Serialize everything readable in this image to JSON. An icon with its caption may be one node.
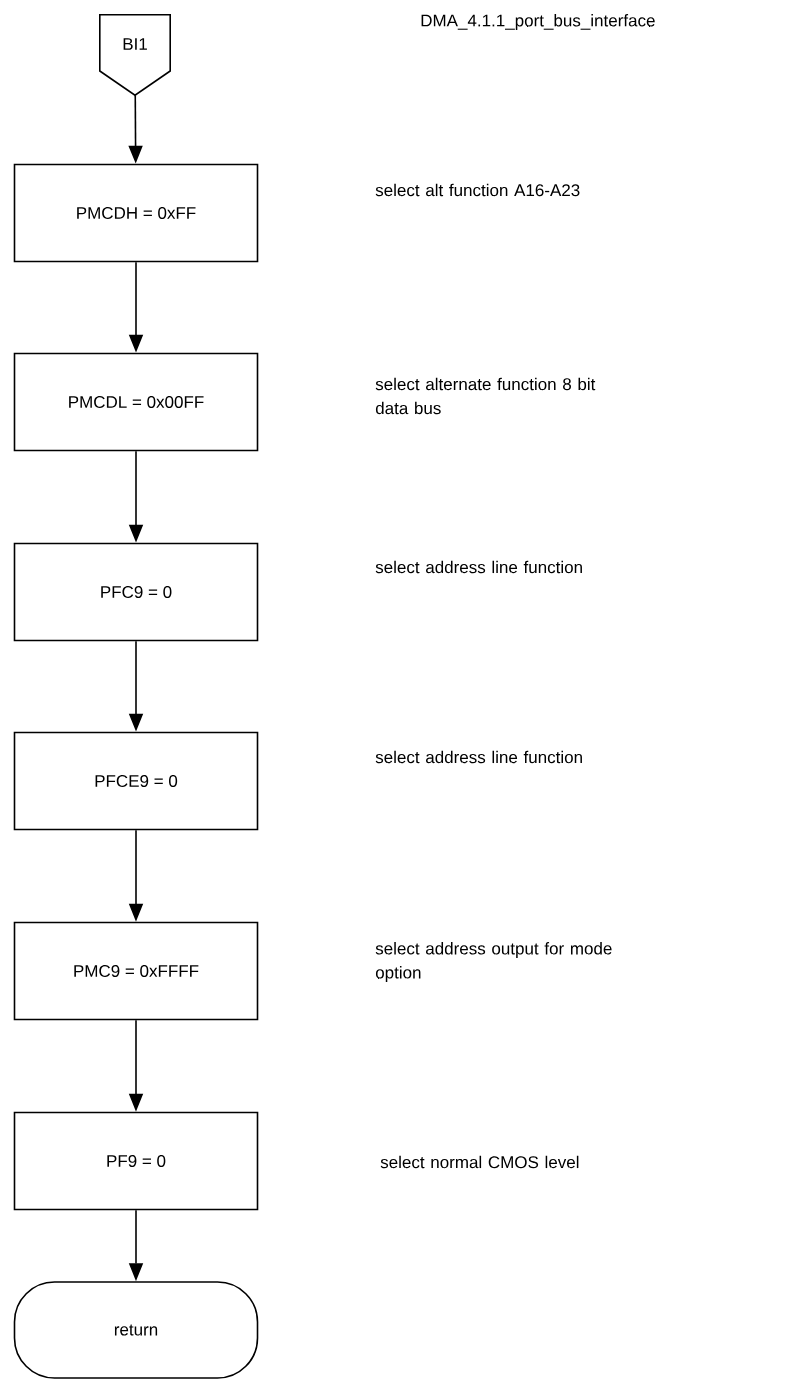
{
  "diagram": {
    "title": "DMA_4.1.1_port_bus_interface",
    "nodes": [
      {
        "text": [
          "BI1"
        ]
      },
      {
        "text": [
          "PMCDH = 0xFF"
        ]
      },
      {
        "text": [
          "PMCDL = 0x00FF"
        ]
      },
      {
        "text": [
          "PFC9 = 0"
        ]
      },
      {
        "text": [
          "PFCE9 = 0"
        ]
      },
      {
        "text": [
          "PMC9 = 0xFFFF"
        ]
      },
      {
        "text": [
          "PF9 = 0"
        ]
      },
      {
        "text": [
          "return"
        ]
      }
    ],
    "edges": [
      {
        "from": 0,
        "to": 1,
        "arrow": "to"
      },
      {
        "from": 1,
        "to": 2,
        "arrow": "to"
      },
      {
        "from": 2,
        "to": 3,
        "arrow": "to"
      },
      {
        "from": 3,
        "to": 4,
        "arrow": "to"
      },
      {
        "from": 4,
        "to": 5,
        "arrow": "to"
      },
      {
        "from": 5,
        "to": 6,
        "arrow": "to"
      },
      {
        "from": 6,
        "to": 7,
        "arrow": "to"
      }
    ],
    "labels": [
      "select alt function A16-A23",
      "select alternate function 8 bit data bus",
      "select address line function",
      "select address line function",
      "select address output for mode option",
      "select normal CMOS level"
    ]
  }
}
